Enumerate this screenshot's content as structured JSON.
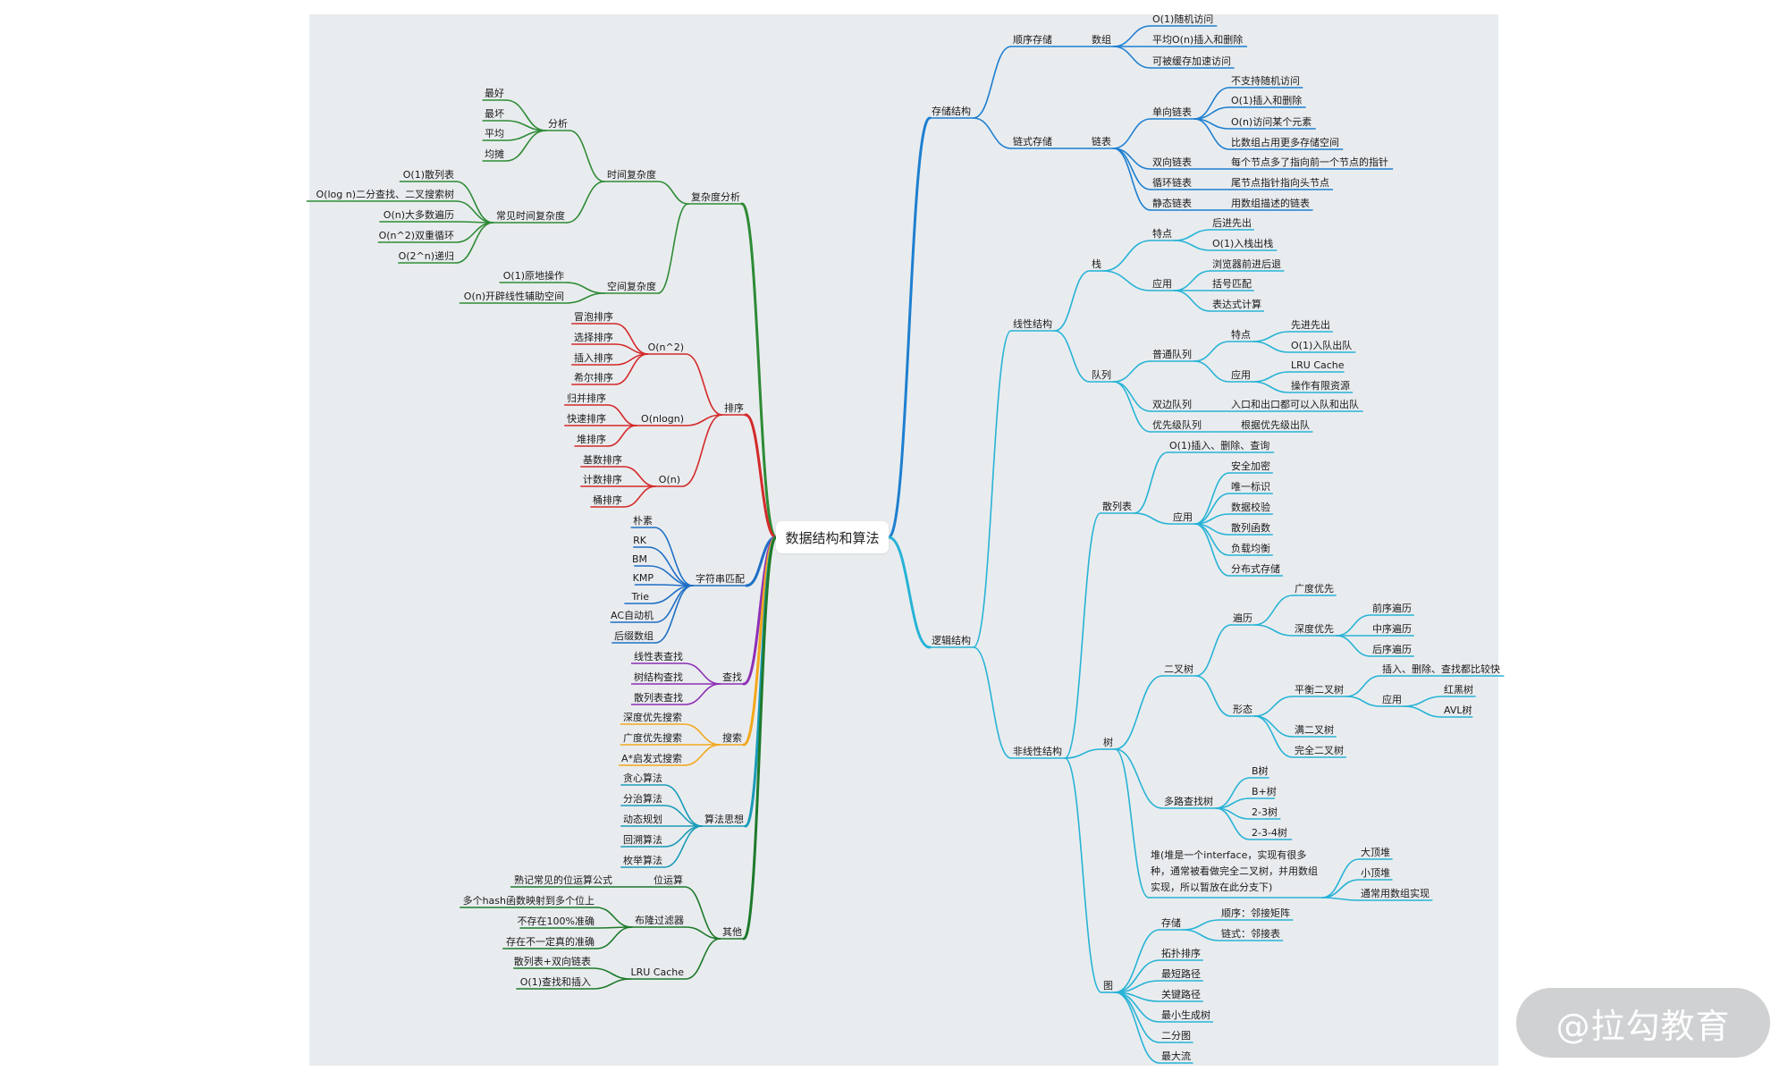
{
  "root": "数据结构和算法",
  "watermark": "@拉勾教育",
  "colors": {
    "board": "#e9ecef",
    "green": "#2e8b35",
    "red": "#d42a2a",
    "blue": "#1f6fc5",
    "purple": "#8e2fb5",
    "orange": "#f2a81d",
    "teal": "#1a9bb8",
    "darkgreen": "#1e7a2b",
    "storage_blue": "#1e7fd0",
    "logic_cyan": "#27b3d6"
  },
  "nodes": [
    {
      "id": "cx",
      "text": "复杂度分析",
      "color": "green"
    },
    {
      "id": "cx_t",
      "text": "时间复杂度",
      "color": "green"
    },
    {
      "id": "cx_t_a",
      "text": "分析",
      "color": "green"
    },
    {
      "id": "cx_t_a1",
      "text": "最好",
      "color": "green"
    },
    {
      "id": "cx_t_a2",
      "text": "最坏",
      "color": "green"
    },
    {
      "id": "cx_t_a3",
      "text": "平均",
      "color": "green"
    },
    {
      "id": "cx_t_a4",
      "text": "均摊",
      "color": "green"
    },
    {
      "id": "cx_t_c",
      "text": "常见时间复杂度",
      "color": "green"
    },
    {
      "id": "cx_t_c1",
      "text": "O(1)散列表",
      "color": "green"
    },
    {
      "id": "cx_t_c2",
      "text": "O(log n)二分查找、二叉搜索树",
      "color": "green"
    },
    {
      "id": "cx_t_c3",
      "text": "O(n)大多数遍历",
      "color": "green"
    },
    {
      "id": "cx_t_c4",
      "text": "O(n^2)双重循环",
      "color": "green"
    },
    {
      "id": "cx_t_c5",
      "text": "O(2^n)递归",
      "color": "green"
    },
    {
      "id": "cx_s",
      "text": "空间复杂度",
      "color": "green"
    },
    {
      "id": "cx_s1",
      "text": "O(1)原地操作",
      "color": "green"
    },
    {
      "id": "cx_s2",
      "text": "O(n)开辟线性辅助空间",
      "color": "green"
    },
    {
      "id": "so",
      "text": "排序",
      "color": "red"
    },
    {
      "id": "so_1",
      "text": "O(n^2)",
      "color": "red"
    },
    {
      "id": "so_1a",
      "text": "冒泡排序",
      "color": "red"
    },
    {
      "id": "so_1b",
      "text": "选择排序",
      "color": "red"
    },
    {
      "id": "so_1c",
      "text": "插入排序",
      "color": "red"
    },
    {
      "id": "so_1d",
      "text": "希尔排序",
      "color": "red"
    },
    {
      "id": "so_2",
      "text": "O(nlogn)",
      "color": "red"
    },
    {
      "id": "so_2a",
      "text": "归并排序",
      "color": "red"
    },
    {
      "id": "so_2b",
      "text": "快速排序",
      "color": "red"
    },
    {
      "id": "so_2c",
      "text": "堆排序",
      "color": "red"
    },
    {
      "id": "so_3",
      "text": "O(n)",
      "color": "red"
    },
    {
      "id": "so_3a",
      "text": "基数排序",
      "color": "red"
    },
    {
      "id": "so_3b",
      "text": "计数排序",
      "color": "red"
    },
    {
      "id": "so_3c",
      "text": "桶排序",
      "color": "red"
    },
    {
      "id": "sm",
      "text": "字符串匹配",
      "color": "blue"
    },
    {
      "id": "sm1",
      "text": "朴素",
      "color": "blue"
    },
    {
      "id": "sm2",
      "text": "RK",
      "color": "blue"
    },
    {
      "id": "sm3",
      "text": "BM",
      "color": "blue"
    },
    {
      "id": "sm4",
      "text": "KMP",
      "color": "blue"
    },
    {
      "id": "sm5",
      "text": "Trie",
      "color": "blue"
    },
    {
      "id": "sm6",
      "text": "AC自动机",
      "color": "blue"
    },
    {
      "id": "sm7",
      "text": "后缀数组",
      "color": "blue"
    },
    {
      "id": "fd",
      "text": "查找",
      "color": "purple"
    },
    {
      "id": "fd1",
      "text": "线性表查找",
      "color": "purple"
    },
    {
      "id": "fd2",
      "text": "树结构查找",
      "color": "purple"
    },
    {
      "id": "fd3",
      "text": "散列表查找",
      "color": "purple"
    },
    {
      "id": "se",
      "text": "搜索",
      "color": "orange"
    },
    {
      "id": "se1",
      "text": "深度优先搜索",
      "color": "orange"
    },
    {
      "id": "se2",
      "text": "广度优先搜索",
      "color": "orange"
    },
    {
      "id": "se3",
      "text": "A*启发式搜索",
      "color": "orange"
    },
    {
      "id": "al",
      "text": "算法思想",
      "color": "teal"
    },
    {
      "id": "al1",
      "text": "贪心算法",
      "color": "teal"
    },
    {
      "id": "al2",
      "text": "分治算法",
      "color": "teal"
    },
    {
      "id": "al3",
      "text": "动态规划",
      "color": "teal"
    },
    {
      "id": "al4",
      "text": "回溯算法",
      "color": "teal"
    },
    {
      "id": "al5",
      "text": "枚举算法",
      "color": "teal"
    },
    {
      "id": "ot",
      "text": "其他",
      "color": "darkgreen"
    },
    {
      "id": "ot_b",
      "text": "位运算",
      "color": "darkgreen"
    },
    {
      "id": "ot_b1",
      "text": "熟记常见的位运算公式",
      "color": "darkgreen"
    },
    {
      "id": "ot_f",
      "text": "布隆过滤器",
      "color": "darkgreen"
    },
    {
      "id": "ot_f1",
      "text": "多个hash函数映射到多个位上",
      "color": "darkgreen"
    },
    {
      "id": "ot_f2",
      "text": "不存在100%准确",
      "color": "darkgreen"
    },
    {
      "id": "ot_f3",
      "text": "存在不一定真的准确",
      "color": "darkgreen"
    },
    {
      "id": "ot_l",
      "text": "LRU Cache",
      "color": "darkgreen"
    },
    {
      "id": "ot_l1",
      "text": "散列表+双向链表",
      "color": "darkgreen"
    },
    {
      "id": "ot_l2",
      "text": "O(1)查找和插入",
      "color": "darkgreen"
    },
    {
      "id": "st",
      "text": "存储结构",
      "color": "storage_blue"
    },
    {
      "id": "st_s",
      "text": "顺序存储",
      "color": "storage_blue"
    },
    {
      "id": "st_s_a",
      "text": "数组",
      "color": "storage_blue"
    },
    {
      "id": "st_s_a1",
      "text": "O(1)随机访问",
      "color": "storage_blue"
    },
    {
      "id": "st_s_a2",
      "text": "平均O(n)插入和删除",
      "color": "storage_blue"
    },
    {
      "id": "st_s_a3",
      "text": "可被缓存加速访问",
      "color": "storage_blue"
    },
    {
      "id": "st_l",
      "text": "链式存储",
      "color": "storage_blue"
    },
    {
      "id": "st_l_l",
      "text": "链表",
      "color": "storage_blue"
    },
    {
      "id": "st_l_s",
      "text": "单向链表",
      "color": "storage_blue"
    },
    {
      "id": "st_l_s1",
      "text": "不支持随机访问",
      "color": "storage_blue"
    },
    {
      "id": "st_l_s2",
      "text": "O(1)插入和删除",
      "color": "storage_blue"
    },
    {
      "id": "st_l_s3",
      "text": "O(n)访问某个元素",
      "color": "storage_blue"
    },
    {
      "id": "st_l_s4",
      "text": "比数组占用更多存储空间",
      "color": "storage_blue"
    },
    {
      "id": "st_l_d",
      "text": "双向链表",
      "color": "storage_blue"
    },
    {
      "id": "st_l_d1",
      "text": "每个节点多了指向前一个节点的指针",
      "color": "storage_blue"
    },
    {
      "id": "st_l_c",
      "text": "循环链表",
      "color": "storage_blue"
    },
    {
      "id": "st_l_c1",
      "text": "尾节点指针指向头节点",
      "color": "storage_blue"
    },
    {
      "id": "st_l_t",
      "text": "静态链表",
      "color": "storage_blue"
    },
    {
      "id": "st_l_t1",
      "text": "用数组描述的链表",
      "color": "storage_blue"
    },
    {
      "id": "lg",
      "text": "逻辑结构",
      "color": "logic_cyan"
    },
    {
      "id": "ln",
      "text": "线性结构",
      "color": "logic_cyan"
    },
    {
      "id": "ln_st",
      "text": "栈",
      "color": "logic_cyan"
    },
    {
      "id": "ln_st_f",
      "text": "特点",
      "color": "logic_cyan"
    },
    {
      "id": "ln_st_f1",
      "text": "后进先出",
      "color": "logic_cyan"
    },
    {
      "id": "ln_st_f2",
      "text": "O(1)入栈出栈",
      "color": "logic_cyan"
    },
    {
      "id": "ln_st_a",
      "text": "应用",
      "color": "logic_cyan"
    },
    {
      "id": "ln_st_a1",
      "text": "浏览器前进后退",
      "color": "logic_cyan"
    },
    {
      "id": "ln_st_a2",
      "text": "括号匹配",
      "color": "logic_cyan"
    },
    {
      "id": "ln_st_a3",
      "text": "表达式计算",
      "color": "logic_cyan"
    },
    {
      "id": "ln_q",
      "text": "队列",
      "color": "logic_cyan"
    },
    {
      "id": "ln_q_n",
      "text": "普通队列",
      "color": "logic_cyan"
    },
    {
      "id": "ln_q_n_f",
      "text": "特点",
      "color": "logic_cyan"
    },
    {
      "id": "ln_q_n_f1",
      "text": "先进先出",
      "color": "logic_cyan"
    },
    {
      "id": "ln_q_n_f2",
      "text": "O(1)入队出队",
      "color": "logic_cyan"
    },
    {
      "id": "ln_q_n_a",
      "text": "应用",
      "color": "logic_cyan"
    },
    {
      "id": "ln_q_n_a1",
      "text": "LRU Cache",
      "color": "logic_cyan"
    },
    {
      "id": "ln_q_n_a2",
      "text": "操作有限资源",
      "color": "logic_cyan"
    },
    {
      "id": "ln_q_d",
      "text": "双边队列",
      "color": "logic_cyan"
    },
    {
      "id": "ln_q_d1",
      "text": "入口和出口都可以入队和出队",
      "color": "logic_cyan"
    },
    {
      "id": "ln_q_p",
      "text": "优先级队列",
      "color": "logic_cyan"
    },
    {
      "id": "ln_q_p1",
      "text": "根据优先级出队",
      "color": "logic_cyan"
    },
    {
      "id": "nl",
      "text": "非线性结构",
      "color": "logic_cyan"
    },
    {
      "id": "nl_h",
      "text": "散列表",
      "color": "logic_cyan"
    },
    {
      "id": "nl_h1",
      "text": "O(1)插入、删除、查询",
      "color": "logic_cyan"
    },
    {
      "id": "nl_h_a",
      "text": "应用",
      "color": "logic_cyan"
    },
    {
      "id": "nl_h_a1",
      "text": "安全加密",
      "color": "logic_cyan"
    },
    {
      "id": "nl_h_a2",
      "text": "唯一标识",
      "color": "logic_cyan"
    },
    {
      "id": "nl_h_a3",
      "text": "数据校验",
      "color": "logic_cyan"
    },
    {
      "id": "nl_h_a4",
      "text": "散列函数",
      "color": "logic_cyan"
    },
    {
      "id": "nl_h_a5",
      "text": "负载均衡",
      "color": "logic_cyan"
    },
    {
      "id": "nl_h_a6",
      "text": "分布式存储",
      "color": "logic_cyan"
    },
    {
      "id": "nl_t",
      "text": "树",
      "color": "logic_cyan"
    },
    {
      "id": "nl_t_b",
      "text": "二叉树",
      "color": "logic_cyan"
    },
    {
      "id": "nl_t_b_t",
      "text": "遍历",
      "color": "logic_cyan"
    },
    {
      "id": "nl_t_b_t1",
      "text": "广度优先",
      "color": "logic_cyan"
    },
    {
      "id": "nl_t_b_t2",
      "text": "深度优先",
      "color": "logic_cyan"
    },
    {
      "id": "nl_t_b_t2a",
      "text": "前序遍历",
      "color": "logic_cyan"
    },
    {
      "id": "nl_t_b_t2b",
      "text": "中序遍历",
      "color": "logic_cyan"
    },
    {
      "id": "nl_t_b_t2c",
      "text": "后序遍历",
      "color": "logic_cyan"
    },
    {
      "id": "nl_t_b_s",
      "text": "形态",
      "color": "logic_cyan"
    },
    {
      "id": "nl_t_b_s1",
      "text": "平衡二叉树",
      "color": "logic_cyan"
    },
    {
      "id": "nl_t_b_s1a",
      "text": "插入、删除、查找都比较快",
      "color": "logic_cyan"
    },
    {
      "id": "nl_t_b_s1b",
      "text": "应用",
      "color": "logic_cyan"
    },
    {
      "id": "nl_t_b_s1b1",
      "text": "红黑树",
      "color": "logic_cyan"
    },
    {
      "id": "nl_t_b_s1b2",
      "text": "AVL树",
      "color": "logic_cyan"
    },
    {
      "id": "nl_t_b_s2",
      "text": "满二叉树",
      "color": "logic_cyan"
    },
    {
      "id": "nl_t_b_s3",
      "text": "完全二叉树",
      "color": "logic_cyan"
    },
    {
      "id": "nl_t_m",
      "text": "多路查找树",
      "color": "logic_cyan"
    },
    {
      "id": "nl_t_m1",
      "text": "B树",
      "color": "logic_cyan"
    },
    {
      "id": "nl_t_m2",
      "text": "B+树",
      "color": "logic_cyan"
    },
    {
      "id": "nl_t_m3",
      "text": "2-3树",
      "color": "logic_cyan"
    },
    {
      "id": "nl_t_m4",
      "text": "2-3-4树",
      "color": "logic_cyan"
    },
    {
      "id": "nl_t_h",
      "text": "堆(堆是一个interface，实现有很多种，通常被看做完全二叉树，并用数组实现，所以暂放在此分支下)",
      "color": "logic_cyan"
    },
    {
      "id": "nl_t_h1",
      "text": "大顶堆",
      "color": "logic_cyan"
    },
    {
      "id": "nl_t_h2",
      "text": "小顶堆",
      "color": "logic_cyan"
    },
    {
      "id": "nl_t_h3",
      "text": "通常用数组实现",
      "color": "logic_cyan"
    },
    {
      "id": "nl_g",
      "text": "图",
      "color": "logic_cyan"
    },
    {
      "id": "nl_g_s",
      "text": "存储",
      "color": "logic_cyan"
    },
    {
      "id": "nl_g_s1",
      "text": "顺序：邻接矩阵",
      "color": "logic_cyan"
    },
    {
      "id": "nl_g_s2",
      "text": "链式：邻接表",
      "color": "logic_cyan"
    },
    {
      "id": "nl_g1",
      "text": "拓扑排序",
      "color": "logic_cyan"
    },
    {
      "id": "nl_g2",
      "text": "最短路径",
      "color": "logic_cyan"
    },
    {
      "id": "nl_g3",
      "text": "关键路径",
      "color": "logic_cyan"
    },
    {
      "id": "nl_g4",
      "text": "最小生成树",
      "color": "logic_cyan"
    },
    {
      "id": "nl_g5",
      "text": "二分图",
      "color": "logic_cyan"
    },
    {
      "id": "nl_g6",
      "text": "最大流",
      "color": "logic_cyan"
    }
  ],
  "edges": [
    [
      "root",
      "cx"
    ],
    [
      "root",
      "so"
    ],
    [
      "root",
      "sm"
    ],
    [
      "root",
      "fd"
    ],
    [
      "root",
      "se"
    ],
    [
      "root",
      "al"
    ],
    [
      "root",
      "ot"
    ],
    [
      "root",
      "st"
    ],
    [
      "root",
      "lg"
    ],
    [
      "cx",
      "cx_t"
    ],
    [
      "cx",
      "cx_s"
    ],
    [
      "cx_t",
      "cx_t_a"
    ],
    [
      "cx_t",
      "cx_t_c"
    ],
    [
      "cx_t_a",
      "cx_t_a1"
    ],
    [
      "cx_t_a",
      "cx_t_a2"
    ],
    [
      "cx_t_a",
      "cx_t_a3"
    ],
    [
      "cx_t_a",
      "cx_t_a4"
    ],
    [
      "cx_t_c",
      "cx_t_c1"
    ],
    [
      "cx_t_c",
      "cx_t_c2"
    ],
    [
      "cx_t_c",
      "cx_t_c3"
    ],
    [
      "cx_t_c",
      "cx_t_c4"
    ],
    [
      "cx_t_c",
      "cx_t_c5"
    ],
    [
      "cx_s",
      "cx_s1"
    ],
    [
      "cx_s",
      "cx_s2"
    ],
    [
      "so",
      "so_1"
    ],
    [
      "so",
      "so_2"
    ],
    [
      "so",
      "so_3"
    ],
    [
      "so_1",
      "so_1a"
    ],
    [
      "so_1",
      "so_1b"
    ],
    [
      "so_1",
      "so_1c"
    ],
    [
      "so_1",
      "so_1d"
    ],
    [
      "so_2",
      "so_2a"
    ],
    [
      "so_2",
      "so_2b"
    ],
    [
      "so_2",
      "so_2c"
    ],
    [
      "so_3",
      "so_3a"
    ],
    [
      "so_3",
      "so_3b"
    ],
    [
      "so_3",
      "so_3c"
    ],
    [
      "sm",
      "sm1"
    ],
    [
      "sm",
      "sm2"
    ],
    [
      "sm",
      "sm3"
    ],
    [
      "sm",
      "sm4"
    ],
    [
      "sm",
      "sm5"
    ],
    [
      "sm",
      "sm6"
    ],
    [
      "sm",
      "sm7"
    ],
    [
      "fd",
      "fd1"
    ],
    [
      "fd",
      "fd2"
    ],
    [
      "fd",
      "fd3"
    ],
    [
      "se",
      "se1"
    ],
    [
      "se",
      "se2"
    ],
    [
      "se",
      "se3"
    ],
    [
      "al",
      "al1"
    ],
    [
      "al",
      "al2"
    ],
    [
      "al",
      "al3"
    ],
    [
      "al",
      "al4"
    ],
    [
      "al",
      "al5"
    ],
    [
      "ot",
      "ot_b"
    ],
    [
      "ot",
      "ot_f"
    ],
    [
      "ot",
      "ot_l"
    ],
    [
      "ot_b",
      "ot_b1"
    ],
    [
      "ot_f",
      "ot_f1"
    ],
    [
      "ot_f",
      "ot_f2"
    ],
    [
      "ot_f",
      "ot_f3"
    ],
    [
      "ot_l",
      "ot_l1"
    ],
    [
      "ot_l",
      "ot_l2"
    ],
    [
      "st",
      "st_s"
    ],
    [
      "st",
      "st_l"
    ],
    [
      "st_s",
      "st_s_a"
    ],
    [
      "st_s_a",
      "st_s_a1"
    ],
    [
      "st_s_a",
      "st_s_a2"
    ],
    [
      "st_s_a",
      "st_s_a3"
    ],
    [
      "st_l",
      "st_l_l"
    ],
    [
      "st_l_l",
      "st_l_s"
    ],
    [
      "st_l_l",
      "st_l_d"
    ],
    [
      "st_l_l",
      "st_l_c"
    ],
    [
      "st_l_l",
      "st_l_t"
    ],
    [
      "st_l_s",
      "st_l_s1"
    ],
    [
      "st_l_s",
      "st_l_s2"
    ],
    [
      "st_l_s",
      "st_l_s3"
    ],
    [
      "st_l_s",
      "st_l_s4"
    ],
    [
      "st_l_d",
      "st_l_d1"
    ],
    [
      "st_l_c",
      "st_l_c1"
    ],
    [
      "st_l_t",
      "st_l_t1"
    ],
    [
      "lg",
      "ln"
    ],
    [
      "lg",
      "nl"
    ],
    [
      "ln",
      "ln_st"
    ],
    [
      "ln",
      "ln_q"
    ],
    [
      "ln_st",
      "ln_st_f"
    ],
    [
      "ln_st",
      "ln_st_a"
    ],
    [
      "ln_st_f",
      "ln_st_f1"
    ],
    [
      "ln_st_f",
      "ln_st_f2"
    ],
    [
      "ln_st_a",
      "ln_st_a1"
    ],
    [
      "ln_st_a",
      "ln_st_a2"
    ],
    [
      "ln_st_a",
      "ln_st_a3"
    ],
    [
      "ln_q",
      "ln_q_n"
    ],
    [
      "ln_q",
      "ln_q_d"
    ],
    [
      "ln_q",
      "ln_q_p"
    ],
    [
      "ln_q_n",
      "ln_q_n_f"
    ],
    [
      "ln_q_n",
      "ln_q_n_a"
    ],
    [
      "ln_q_n_f",
      "ln_q_n_f1"
    ],
    [
      "ln_q_n_f",
      "ln_q_n_f2"
    ],
    [
      "ln_q_n_a",
      "ln_q_n_a1"
    ],
    [
      "ln_q_n_a",
      "ln_q_n_a2"
    ],
    [
      "ln_q_d",
      "ln_q_d1"
    ],
    [
      "ln_q_p",
      "ln_q_p1"
    ],
    [
      "nl",
      "nl_h"
    ],
    [
      "nl",
      "nl_t"
    ],
    [
      "nl",
      "nl_g"
    ],
    [
      "nl_h",
      "nl_h1"
    ],
    [
      "nl_h",
      "nl_h_a"
    ],
    [
      "nl_h_a",
      "nl_h_a1"
    ],
    [
      "nl_h_a",
      "nl_h_a2"
    ],
    [
      "nl_h_a",
      "nl_h_a3"
    ],
    [
      "nl_h_a",
      "nl_h_a4"
    ],
    [
      "nl_h_a",
      "nl_h_a5"
    ],
    [
      "nl_h_a",
      "nl_h_a6"
    ],
    [
      "nl_t",
      "nl_t_b"
    ],
    [
      "nl_t",
      "nl_t_m"
    ],
    [
      "nl_t",
      "nl_t_h"
    ],
    [
      "nl_t_b",
      "nl_t_b_t"
    ],
    [
      "nl_t_b",
      "nl_t_b_s"
    ],
    [
      "nl_t_b_t",
      "nl_t_b_t1"
    ],
    [
      "nl_t_b_t",
      "nl_t_b_t2"
    ],
    [
      "nl_t_b_t2",
      "nl_t_b_t2a"
    ],
    [
      "nl_t_b_t2",
      "nl_t_b_t2b"
    ],
    [
      "nl_t_b_t2",
      "nl_t_b_t2c"
    ],
    [
      "nl_t_b_s",
      "nl_t_b_s1"
    ],
    [
      "nl_t_b_s",
      "nl_t_b_s2"
    ],
    [
      "nl_t_b_s",
      "nl_t_b_s3"
    ],
    [
      "nl_t_b_s1",
      "nl_t_b_s1a"
    ],
    [
      "nl_t_b_s1",
      "nl_t_b_s1b"
    ],
    [
      "nl_t_b_s1b",
      "nl_t_b_s1b1"
    ],
    [
      "nl_t_b_s1b",
      "nl_t_b_s1b2"
    ],
    [
      "nl_t_m",
      "nl_t_m1"
    ],
    [
      "nl_t_m",
      "nl_t_m2"
    ],
    [
      "nl_t_m",
      "nl_t_m3"
    ],
    [
      "nl_t_m",
      "nl_t_m4"
    ],
    [
      "nl_t_h",
      "nl_t_h1"
    ],
    [
      "nl_t_h",
      "nl_t_h2"
    ],
    [
      "nl_t_h",
      "nl_t_h3"
    ],
    [
      "nl_g",
      "nl_g_s"
    ],
    [
      "nl_g",
      "nl_g1"
    ],
    [
      "nl_g",
      "nl_g2"
    ],
    [
      "nl_g",
      "nl_g3"
    ],
    [
      "nl_g",
      "nl_g4"
    ],
    [
      "nl_g",
      "nl_g5"
    ],
    [
      "nl_g",
      "nl_g6"
    ],
    [
      "nl_g_s",
      "nl_g_s1"
    ],
    [
      "nl_g_s",
      "nl_g_s2"
    ]
  ]
}
